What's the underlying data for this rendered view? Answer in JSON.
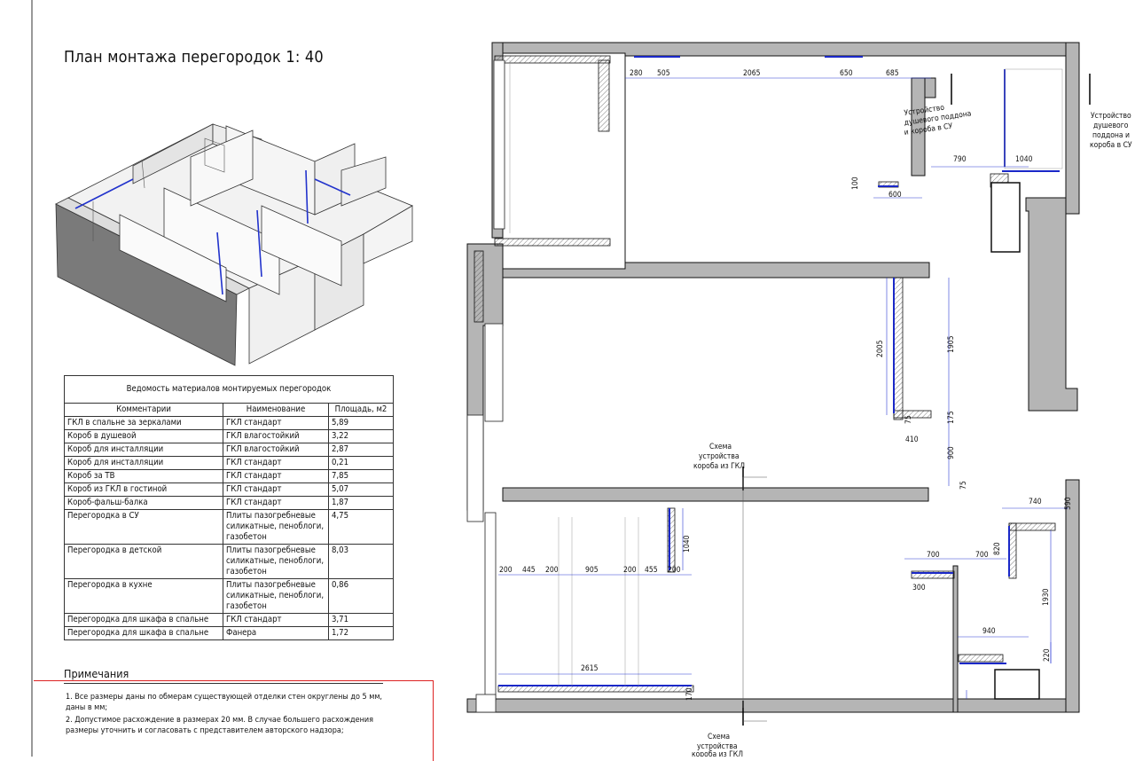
{
  "drawing": {
    "title": "План монтажа перегородок 1: 40"
  },
  "table": {
    "caption": "Ведомость материалов монтируемых перегородок",
    "headers": [
      "Комментарии",
      "Наименование",
      "Площадь, м2"
    ],
    "rows": [
      [
        "ГКЛ в спальне за зеркалами",
        "ГКЛ стандарт",
        "5,89"
      ],
      [
        "Короб в душевой",
        "ГКЛ влагостойкий",
        "3,22"
      ],
      [
        "Короб для инсталляции",
        "ГКЛ влагостойкий",
        "2,87"
      ],
      [
        "Короб для инсталляции",
        "ГКЛ стандарт",
        "0,21"
      ],
      [
        "Короб за ТВ",
        "ГКЛ стандарт",
        "7,85"
      ],
      [
        "Короб из ГКЛ в гостиной",
        "ГКЛ стандарт",
        "5,07"
      ],
      [
        "Короб-фальш-балка",
        "ГКЛ стандарт",
        "1,87"
      ],
      [
        "Перегородка в СУ",
        "Плиты пазогребневые силикатные, пеноблоги, газобетон",
        "4,75"
      ],
      [
        "Перегородка в детской",
        "Плиты пазогребневые силикатные, пеноблоги, газобетон",
        "8,03"
      ],
      [
        "Перегородка в кухне",
        "Плиты пазогребневые силикатные, пеноблоги, газобетон",
        "0,86"
      ],
      [
        "Перегородка для шкафа в спальне",
        "ГКЛ стандарт",
        "3,71"
      ],
      [
        "Перегородка для шкафа в спальне",
        "Фанера",
        "1,72"
      ]
    ]
  },
  "notes": {
    "heading": "Примечания",
    "items": [
      "1. Все размеры даны по обмерам существующей отделки стен округлены до 5 мм, даны в мм;",
      "2. Допустимое расхождение в размерах 20 мм. В случае большего расхождения размеры уточнить и согласовать с представителем авторского надзора;"
    ]
  },
  "plan": {
    "dims": {
      "d280": "280",
      "d505": "505",
      "d2065": "2065",
      "d650": "650",
      "d685": "685",
      "d790": "790",
      "d1040a": "1040",
      "d100": "100",
      "d600": "600",
      "d2005": "2005",
      "d1905": "1905",
      "d175": "175",
      "d75a": "75",
      "d410": "410",
      "d900": "900",
      "d75b": "75",
      "d200a": "200",
      "d445": "445",
      "d200b": "200",
      "d905": "905",
      "d200c": "200",
      "d455": "455",
      "d200d": "200",
      "d1040b": "1040",
      "d2615": "2615",
      "d170": "170",
      "d740": "740",
      "d590": "590",
      "d820": "820",
      "d700a": "700",
      "d700b": "700",
      "d300": "300",
      "d1930": "1930",
      "d940": "940",
      "d220": "220"
    },
    "labels": {
      "shower_left": [
        "Устройство",
        "душевого поддона",
        "и короба в СУ"
      ],
      "shower_right": [
        "Устройство",
        "душевого",
        "поддона и",
        "короба в СУ"
      ],
      "gkl_top": [
        "Схема",
        "устройства",
        "короба из ГКЛ"
      ],
      "gkl_bottom": [
        "Схема",
        "устройства",
        "короба из ГКЛ"
      ]
    }
  }
}
